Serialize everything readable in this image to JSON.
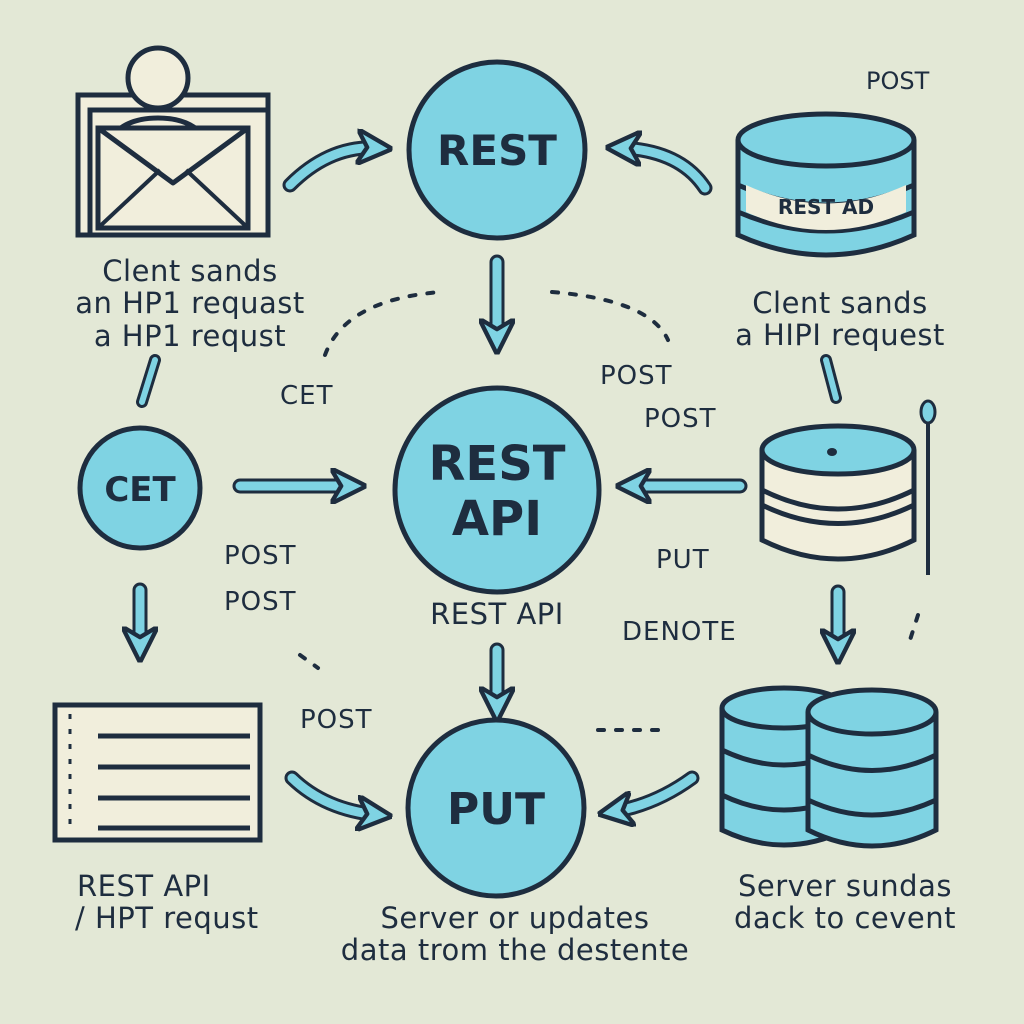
{
  "nodes": {
    "top": "REST",
    "center_line1": "REST",
    "center_line2": "API",
    "bottom": "PUT",
    "left": "CET"
  },
  "db_top_label": "REST AD",
  "captions": {
    "top_left_line1": "Clent sands",
    "top_left_line2": "an HP1 requast",
    "top_left_line3": "a HP1 requst",
    "top_right_line1": "Clent sands",
    "top_right_line2": "a HIPI request",
    "center_below": "REST API",
    "bottom_left_line1": "REST API",
    "bottom_left_line2": "/ HPT requst",
    "bottom_center_line1": "Server or updates",
    "bottom_center_line2": "data trom the destente",
    "bottom_right_line1": "Server sundas",
    "bottom_right_line2": "dack to cevent"
  },
  "method_labels": {
    "post_top_right": "POST",
    "cet_mid_left": "CET",
    "post_mid_right_1": "POST",
    "post_mid_right_2": "POST",
    "post_left_1": "POST",
    "post_left_2": "POST",
    "put_right": "PUT",
    "denote": "DENOTE",
    "post_bottom": "POST"
  },
  "colors": {
    "background": "#e3e8d6",
    "accent": "#7fd3e3",
    "ink": "#1e2d3f",
    "paper": "#f1eedc"
  }
}
